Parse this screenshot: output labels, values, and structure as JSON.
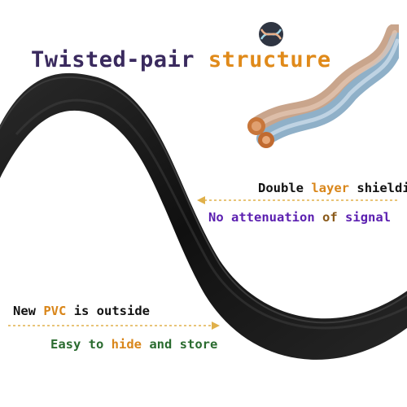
{
  "title": {
    "part1": "Twisted-pair",
    "part2": "structure"
  },
  "callouts": {
    "shield": {
      "w1": "Double",
      "w2": "layer",
      "w3": "shielding"
    },
    "attenuation": {
      "w1": "No",
      "w2": "attenuation",
      "w3": "of",
      "w4": "signal"
    },
    "pvc": {
      "w1": "New",
      "w2": "PVC",
      "w3": "is outside"
    },
    "storage": {
      "w1": "Easy to",
      "w2": "hide",
      "w3": "and store"
    }
  },
  "icons": {
    "twist_badge": "twisted-wire-icon",
    "wire_photo": "twisted-copper-wire",
    "cable": "flat-cable"
  },
  "colors": {
    "cable": "#1a1a1a",
    "accent_orange": "#e08a1a",
    "accent_purple": "#5b1fb0",
    "accent_green": "#2a6b2f",
    "title_dark": "#3a2a5e",
    "arrow": "#e0b04a"
  }
}
